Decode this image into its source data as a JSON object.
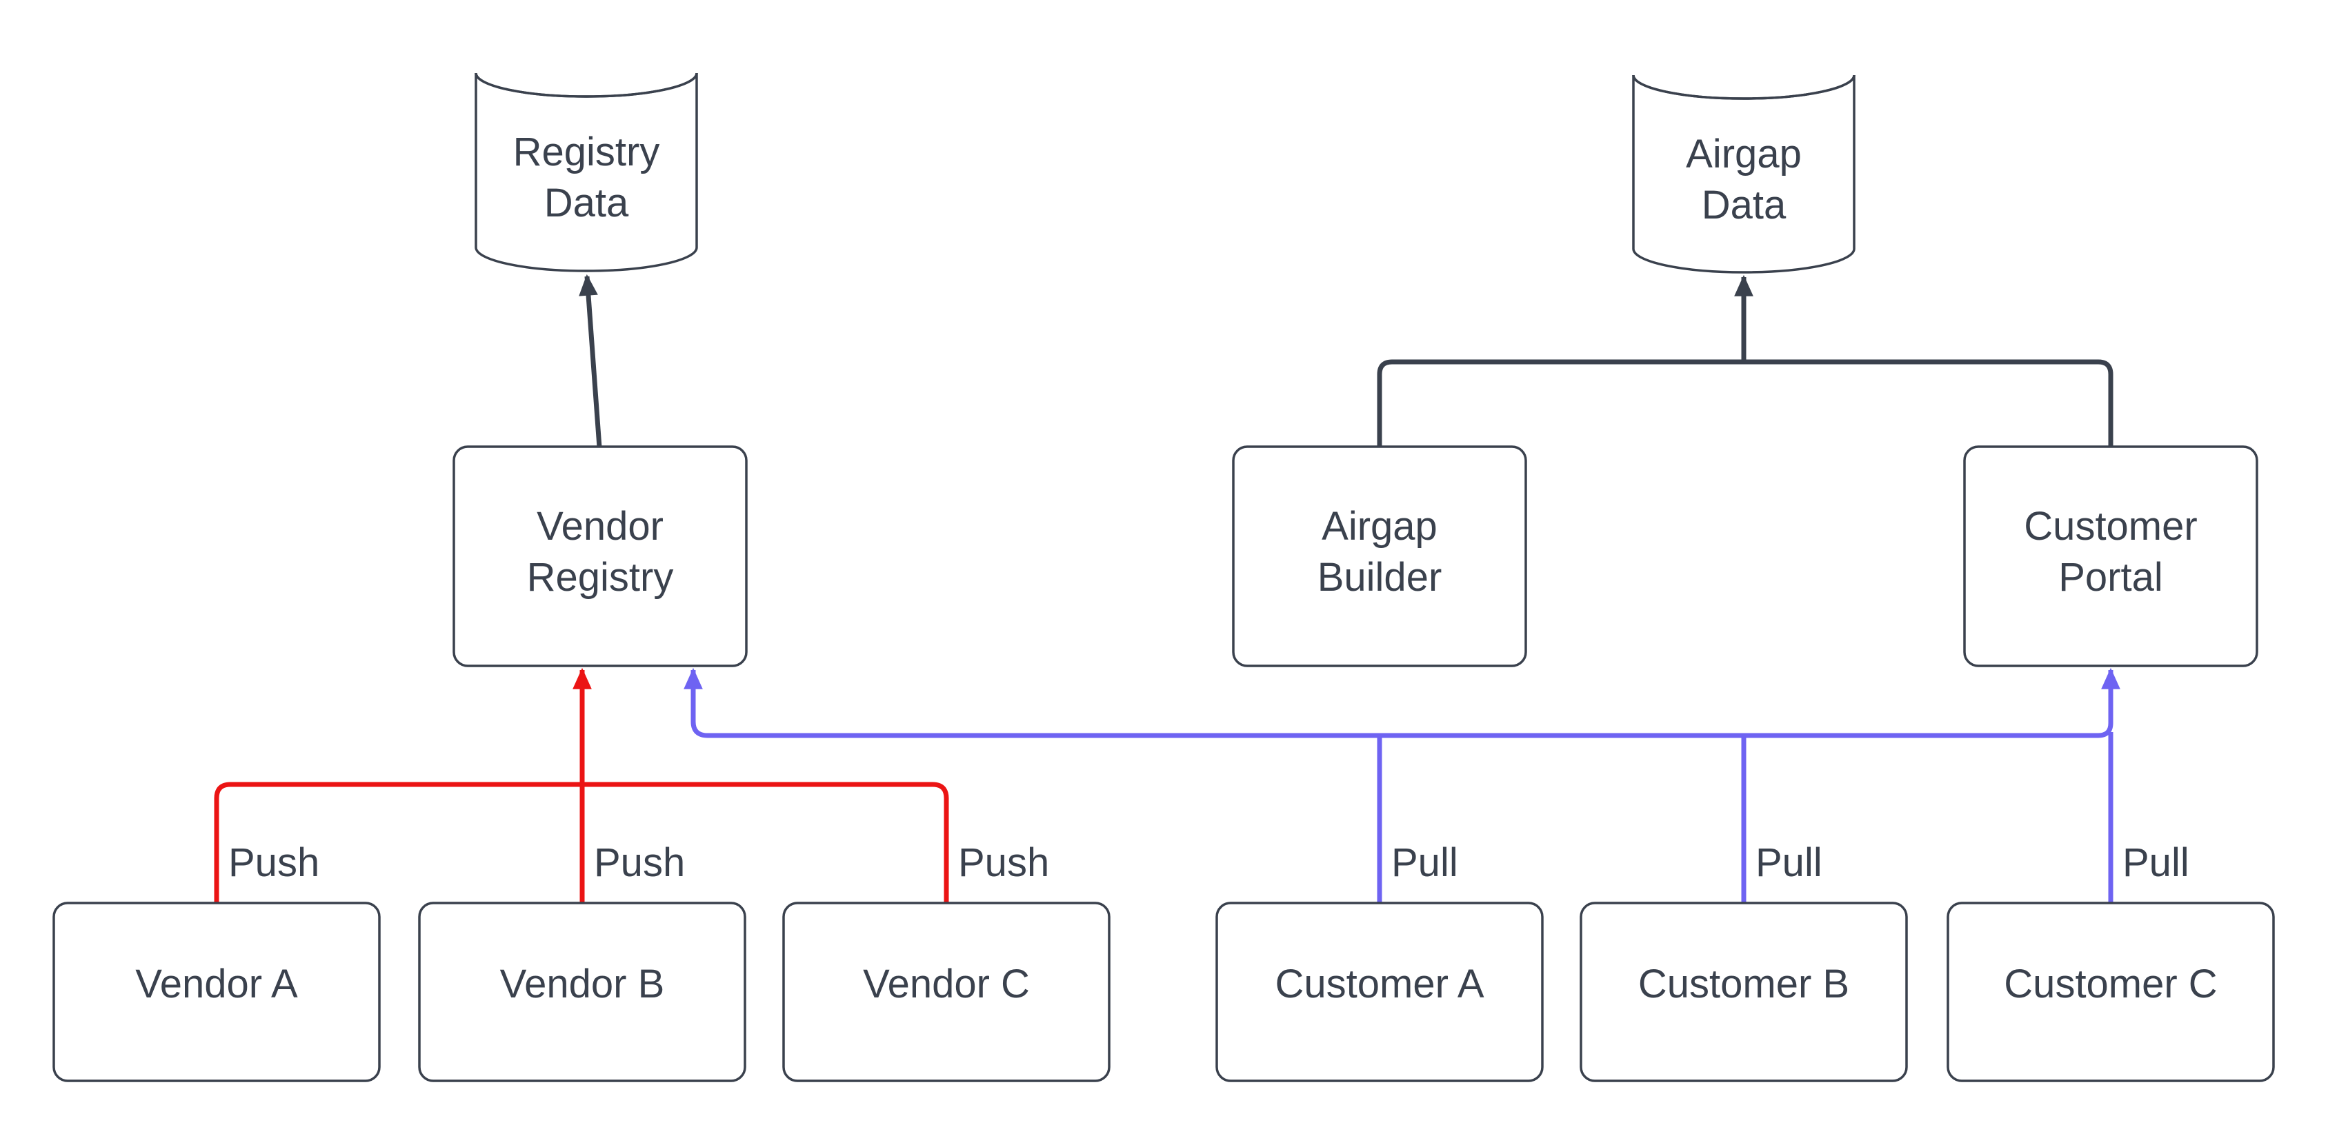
{
  "diagram": {
    "colors": {
      "background": "#FFFFFF",
      "node_fill": "#FFFFFF",
      "outline": "#3A414D",
      "text": "#3A414D",
      "push_edge": "#EB1414",
      "pull_edge": "#6E63F2"
    },
    "nodes": {
      "registry_data": {
        "shape": "cylinder",
        "label": "Registry\nData"
      },
      "airgap_data": {
        "shape": "cylinder",
        "label": "Airgap\nData"
      },
      "vendor_registry": {
        "shape": "rect",
        "label": "Vendor\nRegistry"
      },
      "airgap_builder": {
        "shape": "rect",
        "label": "Airgap\nBuilder"
      },
      "customer_portal": {
        "shape": "rect",
        "label": "Customer\nPortal"
      },
      "vendor_a": {
        "shape": "rect",
        "label": "Vendor A"
      },
      "vendor_b": {
        "shape": "rect",
        "label": "Vendor B"
      },
      "vendor_c": {
        "shape": "rect",
        "label": "Vendor C"
      },
      "customer_a": {
        "shape": "rect",
        "label": "Customer A"
      },
      "customer_b": {
        "shape": "rect",
        "label": "Customer B"
      },
      "customer_c": {
        "shape": "rect",
        "label": "Customer C"
      }
    },
    "edge_labels": {
      "push_a": "Push",
      "push_b": "Push",
      "push_c": "Push",
      "pull_a": "Pull",
      "pull_b": "Pull",
      "pull_c": "Pull"
    },
    "edges": [
      {
        "from": "vendor_registry",
        "to": "registry_data",
        "color": "dark",
        "arrow": true
      },
      {
        "from": "airgap_builder",
        "to": "airgap_data",
        "color": "dark",
        "arrow": true
      },
      {
        "from": "customer_portal",
        "to": "airgap_data",
        "color": "dark",
        "arrow": true
      },
      {
        "from": "vendor_a",
        "to": "vendor_registry",
        "color": "push",
        "label": "Push"
      },
      {
        "from": "vendor_b",
        "to": "vendor_registry",
        "color": "push",
        "label": "Push",
        "arrow": true
      },
      {
        "from": "vendor_c",
        "to": "vendor_registry",
        "color": "push",
        "label": "Push"
      },
      {
        "from": "customer_a",
        "to": "vendor_registry",
        "color": "pull",
        "label": "Pull"
      },
      {
        "from": "customer_b",
        "to": "vendor_registry",
        "color": "pull",
        "label": "Pull"
      },
      {
        "from": "customer_c",
        "to": "vendor_registry",
        "color": "pull",
        "label": "Pull",
        "arrow": true
      },
      {
        "from": "customers_bus",
        "to": "customer_portal",
        "color": "pull",
        "arrow": true
      }
    ]
  }
}
